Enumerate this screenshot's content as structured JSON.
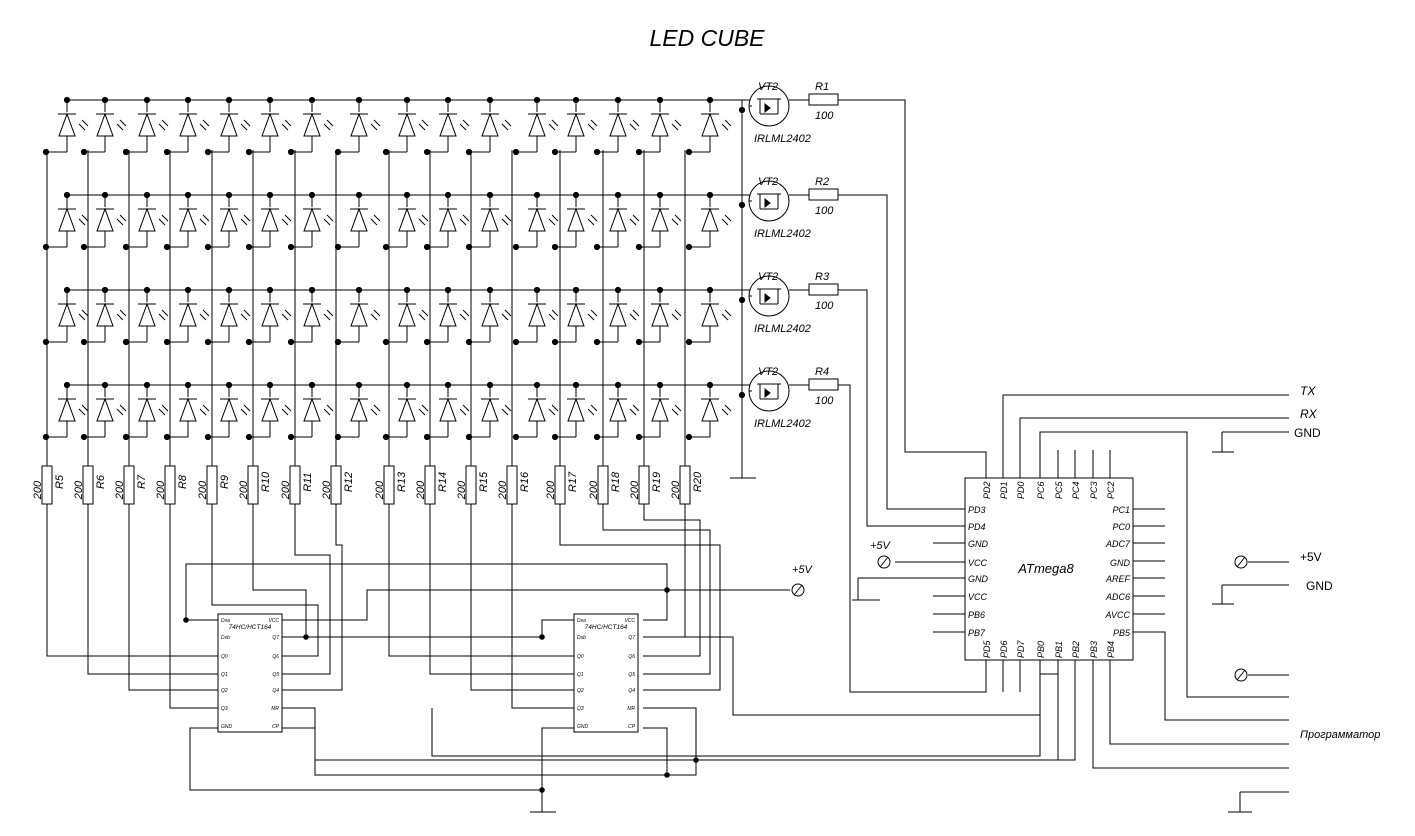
{
  "title": "LED CUBE",
  "transistors": [
    {
      "ref": "VT2",
      "part": "IRLML2402",
      "resistor": "R1",
      "value": "100"
    },
    {
      "ref": "VT2",
      "part": "IRLML2402",
      "resistor": "R2",
      "value": "100"
    },
    {
      "ref": "VT2",
      "part": "IRLML2402",
      "resistor": "R3",
      "value": "100"
    },
    {
      "ref": "VT2",
      "part": "IRLML2402",
      "resistor": "R4",
      "value": "100"
    }
  ],
  "column_resistors": [
    {
      "ref": "R5",
      "value": "200"
    },
    {
      "ref": "R6",
      "value": "200"
    },
    {
      "ref": "R7",
      "value": "200"
    },
    {
      "ref": "R8",
      "value": "200"
    },
    {
      "ref": "R9",
      "value": "200"
    },
    {
      "ref": "R10",
      "value": "200"
    },
    {
      "ref": "R11",
      "value": "200"
    },
    {
      "ref": "R12",
      "value": "200"
    },
    {
      "ref": "R13",
      "value": "200"
    },
    {
      "ref": "R14",
      "value": "200"
    },
    {
      "ref": "R15",
      "value": "200"
    },
    {
      "ref": "R16",
      "value": "200"
    },
    {
      "ref": "R17",
      "value": "200"
    },
    {
      "ref": "R18",
      "value": "200"
    },
    {
      "ref": "R19",
      "value": "200"
    },
    {
      "ref": "R20",
      "value": "200"
    }
  ],
  "mcu": {
    "name": "ATmega8",
    "top_pins": [
      "PD2",
      "PD1",
      "PD0",
      "PC6",
      "PC5",
      "PC4",
      "PC3",
      "PC2"
    ],
    "left_pins": [
      "PD3",
      "PD4",
      "GND",
      "VCC",
      "GND",
      "VCC",
      "PB6",
      "PB7"
    ],
    "right_pins": [
      "PC1",
      "PC0",
      "ADC7",
      "GND",
      "AREF",
      "ADC6",
      "AVCC",
      "PB5"
    ],
    "bottom_pins": [
      "PD5",
      "PD6",
      "PD7",
      "PB0",
      "PB1",
      "PB2",
      "PB3",
      "PB4"
    ]
  },
  "shift_registers": [
    {
      "name": "74HC/HCT164",
      "left_pins": [
        "Dsa",
        "Dsb",
        "Q0",
        "Q1",
        "Q2",
        "Q3",
        "GND"
      ],
      "right_pins": [
        "VCC",
        "Q7",
        "Q6",
        "Q5",
        "Q4",
        "MR",
        "CP"
      ]
    },
    {
      "name": "74HC/HCT164",
      "left_pins": [
        "Dsa",
        "Dsb",
        "Q0",
        "Q1",
        "Q2",
        "Q3",
        "GND"
      ],
      "right_pins": [
        "VCC",
        "Q7",
        "Q6",
        "Q5",
        "Q4",
        "MR",
        "CP"
      ]
    }
  ],
  "power": {
    "plus5v_main": "+5V",
    "plus5v_mcu": "+5V"
  },
  "connector": {
    "tx": "TX",
    "rx": "RX",
    "gnd1": "GND",
    "plus5v": "+5V",
    "gnd2": "GND",
    "programmer": "Программатор"
  }
}
